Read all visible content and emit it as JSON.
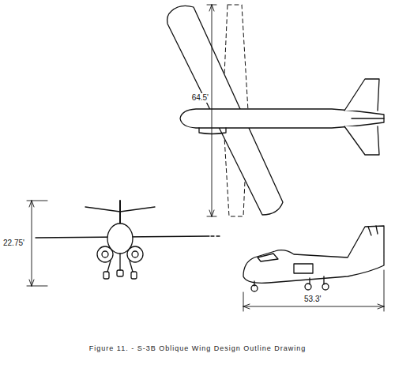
{
  "diagram": {
    "caption": "Figure 11. - S-3B Oblique Wing Design Outline Drawing",
    "labels": [
      "64.5'",
      "22.75'",
      "53.3'"
    ]
  }
}
